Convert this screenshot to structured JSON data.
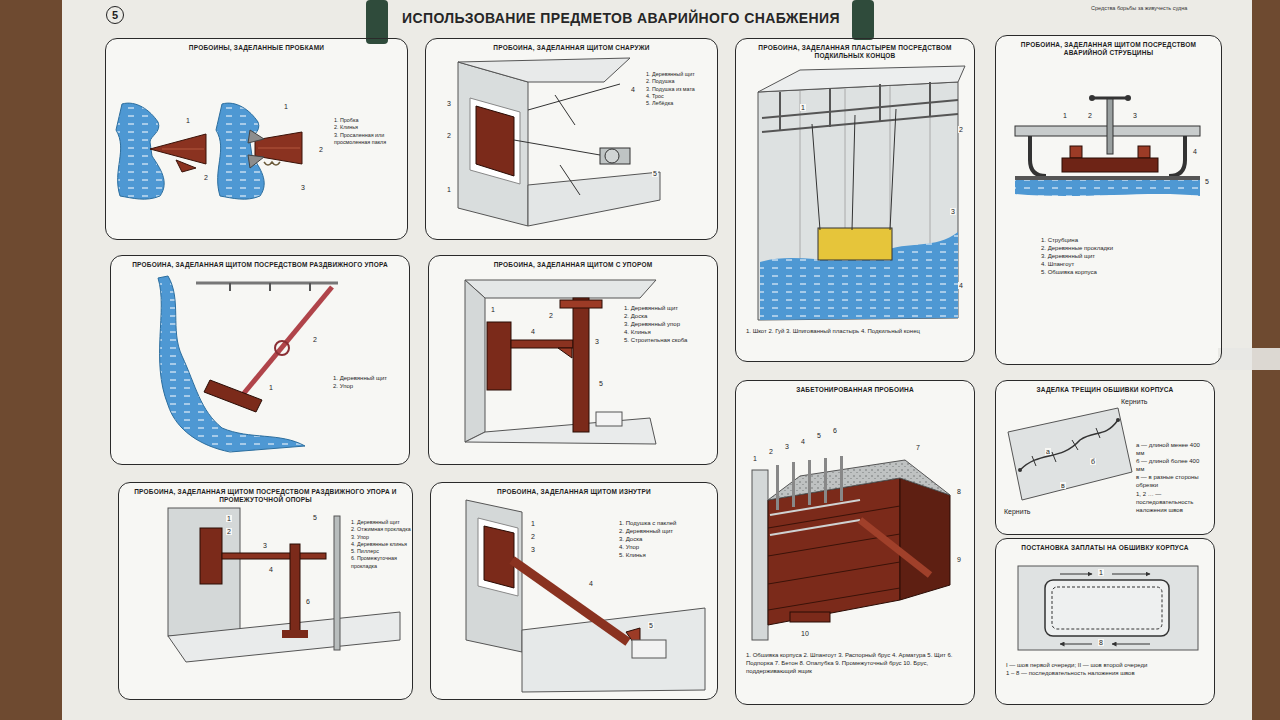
{
  "diagram": {
    "title": "ИСПОЛЬЗОВАНИЕ ПРЕДМЕТОВ АВАРИЙНОГО СНАБЖЕНИЯ",
    "nodes": [
      {
        "text": [
          "ПРОБОИНЫ, ЗАДЕЛАННЫЕ ПРОБКАМИ",
          "1. Пробка",
          "2. Клинья",
          "3. Просаленная или просмоленная пакля"
        ]
      },
      {
        "text": [
          "ПРОБОИНА, ЗАДЕЛАННАЯ ЩИТОМ СНАРУЖИ",
          "1. Деревянный щит",
          "2. Подушка",
          "3. Подушка из мата",
          "4. Трос",
          "5. Лебёдка"
        ]
      },
      {
        "text": [
          "ПРОБОИНА, ЗАДЕЛАННАЯ ПЛАСТЫРЕМ ПОСРЕДСТВОМ ПОДКИЛЬНЫХ КОНЦОВ",
          "1. Шкот 2. Гуй 3. Шпигованный пластырь 4. Подкильный конец"
        ]
      },
      {
        "text": [
          "ПРОБОИНА, ЗАДЕЛАННАЯ ЩИТОМ ПОСРЕДСТВОМ АВАРИЙНОЙ СТРУБЦИНЫ",
          "1. Струбцина",
          "2. Деревянные прокладки",
          "3. Деревянный щит",
          "4. Шпангоут",
          "5. Обшивка корпуса"
        ]
      },
      {
        "text": [
          "ПРОБОИНА, ЗАДЕЛАННАЯ ЩИТОМ ПОСРЕДСТВОМ РАЗДВИЖНОГО УПОРА",
          "1. Деревянный щит",
          "2. Упор"
        ]
      },
      {
        "text": [
          "ПРОБОИНА, ЗАДЕЛАННАЯ ЩИТОМ С УПОРОМ",
          "1. Деревянный щит",
          "2. Доска",
          "3. Деревянный упор",
          "4. Клинья",
          "5. Строительная скоба"
        ]
      },
      {
        "text": [
          "ПРОБОИНА, ЗАДЕЛАННАЯ ЩИТОМ ПОСРЕДСТВОМ РАЗДВИЖНОГО УПОРА И ПРОМЕЖУТОЧНОЙ ОПОРЫ",
          "1. Деревянный щит",
          "2. Отжимная прокладка",
          "3. Упор",
          "4. Деревянные клинья",
          "5. Пиллерс",
          "6. Промежуточная прокладка"
        ]
      },
      {
        "text": [
          "ПРОБОИНА, ЗАДЕЛАННАЯ ЩИТОМ ИЗНУТРИ",
          "1. Подушка с паклей",
          "2. Деревянный щит",
          "3. Доска",
          "4. Упор",
          "5. Клинья"
        ]
      },
      {
        "text": [
          "ЗАБЕТОНИРОВАННАЯ ПРОБОИНА",
          "1. Обшивка корпуса 2. Шпангоут 3. Распорный брус 4. Арматура 5. Щит 6. Подпорка 7. Бетон 8. Опалубка 9. Промежуточный брус 10. Брус, поддерживающий ящик"
        ]
      },
      {
        "text": [
          "ЗАДЕЛКА ТРЕЩИН ОБШИВКИ КОРПУСА",
          "а — длиной менее 400 мм",
          "б — длиной более 400 мм",
          "в — в разные стороны обрезки",
          "1, 2 … — последовательность наложения швов"
        ]
      },
      {
        "text": [
          "ПОСТАНОВКА ЗАПЛАТЫ НА ОБШИВКУ КОРПУСА",
          "I — шов первой очереди; II — шов второй очереди",
          "1 – 8 — последовательность наложения швов"
        ]
      }
    ],
    "labels": [
      "5",
      "Средства борьбы за живучесть судна",
      "1",
      "2",
      "1",
      "2",
      "3",
      "3",
      "2",
      "1",
      "4",
      "5",
      "1",
      "2",
      "3",
      "4",
      "1",
      "2",
      "3",
      "4",
      "5",
      "2",
      "1",
      "2",
      "1",
      "3",
      "4",
      "5",
      "1",
      "2",
      "3",
      "5",
      "4",
      "6",
      "1",
      "2",
      "3",
      "4",
      "5",
      "1",
      "2",
      "3",
      "4",
      "5",
      "6",
      "7",
      "8",
      "9",
      "10",
      "Кернить",
      "Кернить",
      "а",
      "б",
      "в",
      "1",
      "8"
    ]
  }
}
